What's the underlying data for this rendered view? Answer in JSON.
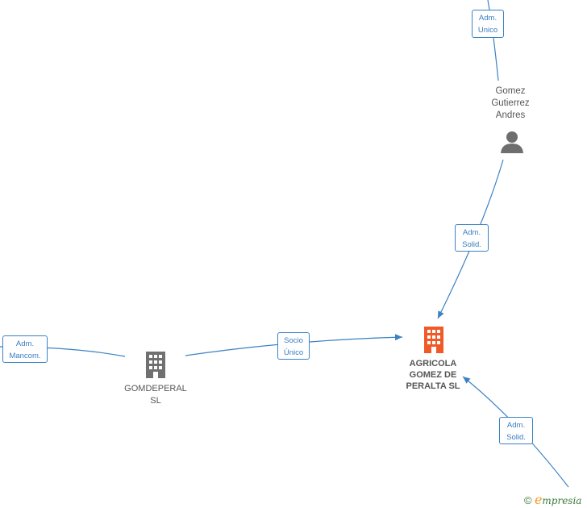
{
  "nodes": {
    "person": {
      "label": "Gomez\nGutierrez\nAndres",
      "icon": "person-icon"
    },
    "gomdeperal": {
      "label": "GOMDEPERAL\nSL",
      "icon": "building-icon",
      "color": "#707070"
    },
    "main": {
      "label": "AGRICOLA\nGOMEZ DE\nPERALTA  SL",
      "icon": "building-icon",
      "color": "#f05a28"
    }
  },
  "edges": {
    "top_adm_unico": "Adm.\nUnico",
    "adm_solid_upper": "Adm.\nSolid.",
    "adm_mancom": "Adm.\nMancom.",
    "socio_unico": "Socio\nÚnico",
    "adm_solid_lower": "Adm.\nSolid."
  },
  "colors": {
    "edge": "#3b82c4",
    "label_border": "#3b82c4"
  },
  "brand": {
    "copyright": "©",
    "e": "e",
    "word": "mpresia"
  }
}
